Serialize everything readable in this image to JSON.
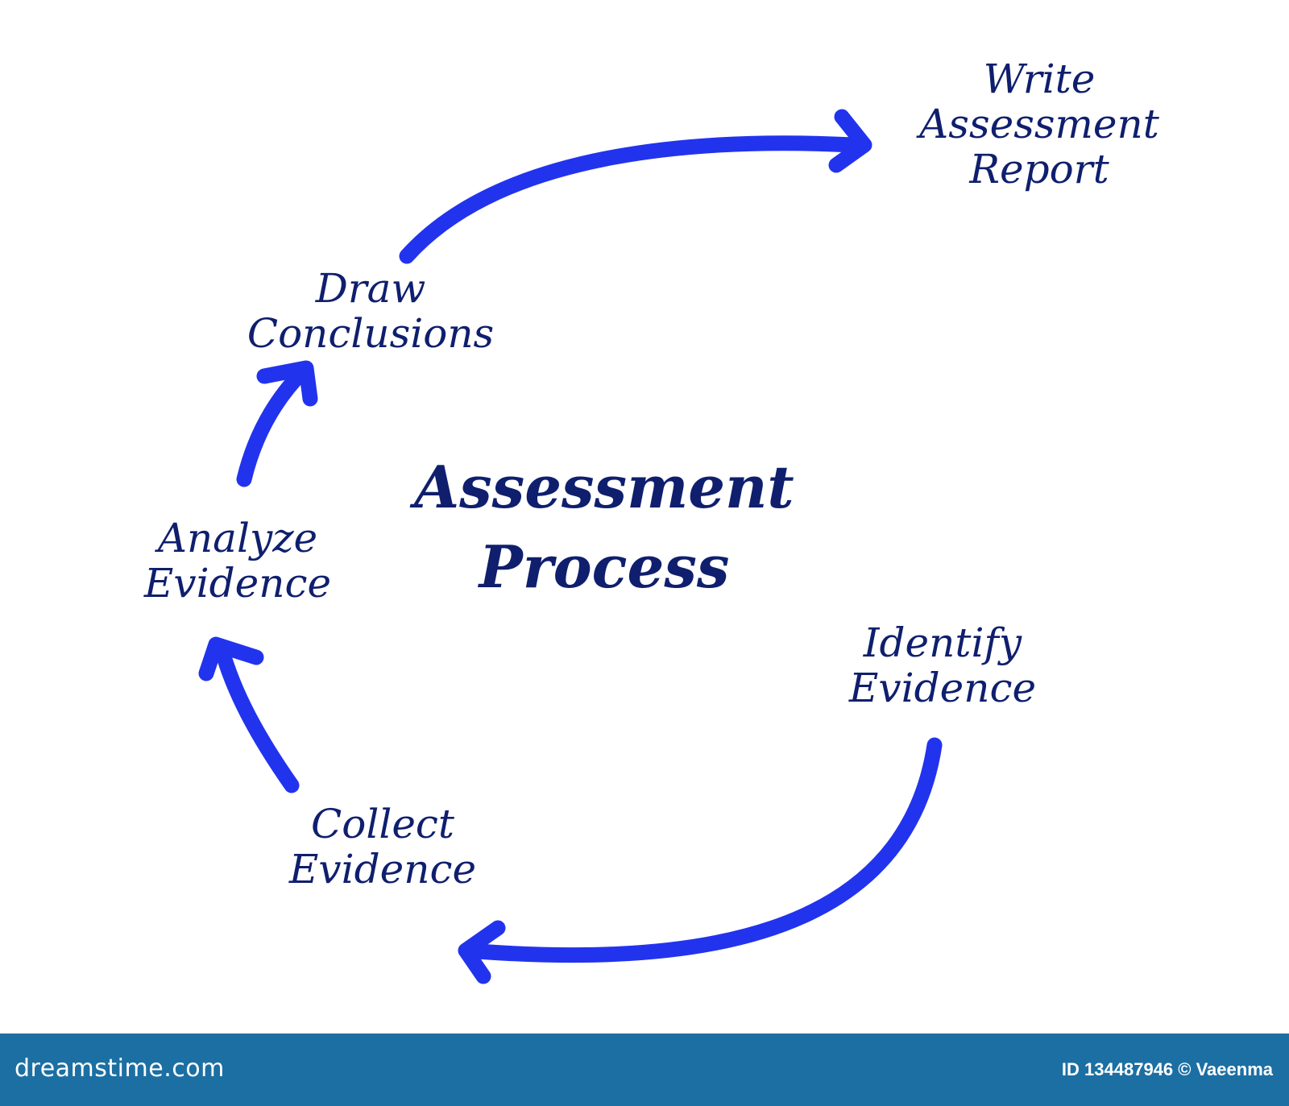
{
  "diagram": {
    "title": [
      "Assessment",
      "Process"
    ],
    "steps": {
      "identify": [
        "Identify",
        "Evidence"
      ],
      "collect": [
        "Collect",
        "Evidence"
      ],
      "analyze": [
        "Analyze",
        "Evidence"
      ],
      "draw": [
        "Draw",
        "Conclusions"
      ],
      "write": [
        "Write",
        "Assessment",
        "Report"
      ]
    },
    "arrow_color": "#2233ee",
    "text_color": "#0f1f6e"
  },
  "footer": {
    "site": "dreamstime.com",
    "credit": "ID 134487946 © Vaeenma",
    "background": "#1c6fa3"
  }
}
